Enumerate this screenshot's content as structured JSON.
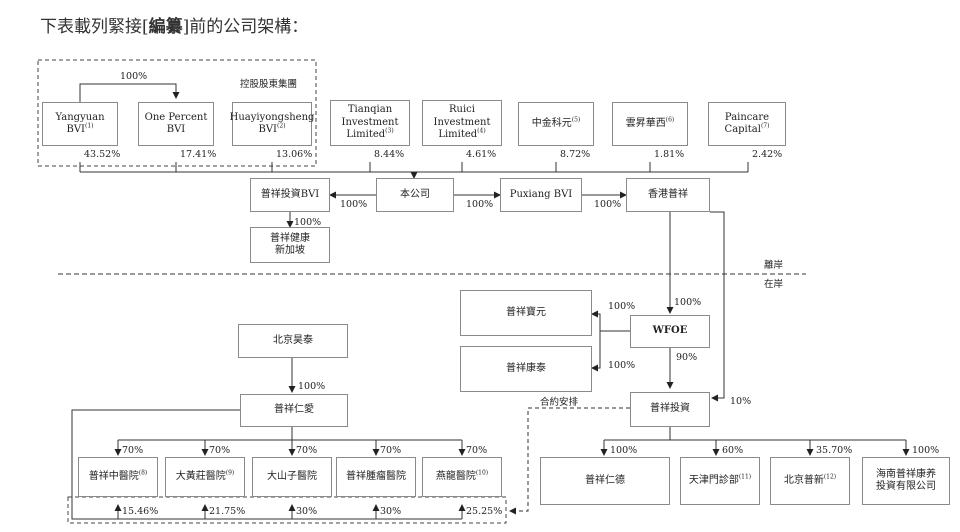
{
  "heading": {
    "before": "下表載列緊接[",
    "bold": "編纂",
    "after": "]前的公司架構："
  },
  "group_label": "控股股東集團",
  "zones": {
    "offshore": "離岸",
    "onshore": "在岸"
  },
  "contract_label": "合約安排",
  "shareholders": [
    {
      "name": "Yangyuan\nBVI",
      "note": "(1)",
      "pct": "43.52%"
    },
    {
      "name": "One Percent\nBVI",
      "note": "",
      "pct": "17.41%"
    },
    {
      "name": "Huayiyongsheng\nBVI",
      "note": "(2)",
      "pct": "13.06%"
    },
    {
      "name": "Tianqian\nInvestment\nLimited",
      "note": "(3)",
      "pct": "8.44%"
    },
    {
      "name": "Ruici\nInvestment\nLimited",
      "note": "(4)",
      "pct": "4.61%"
    },
    {
      "name": "中金科元",
      "note": "(5)",
      "pct": "8.72%"
    },
    {
      "name": "雲昇華西",
      "note": "(6)",
      "pct": "1.81%"
    },
    {
      "name": "Paincare\nCapital",
      "note": "(7)",
      "pct": "2.42%"
    }
  ],
  "yangyuan_to_onepercent": "100%",
  "company": "本公司",
  "puxiang_invest_bvi": "普祥投資BVI",
  "puxiang_health_sg": "普祥健康\n新加坡",
  "puxiang_bvi": "Puxiang BVI",
  "hk_puxiang": "香港普祥",
  "company_to_invest_bvi": "100%",
  "invest_bvi_to_sg": "100%",
  "company_to_puxiang_bvi": "100%",
  "puxiang_bvi_to_hk": "100%",
  "hk_to_wfoe": "100%",
  "hk_to_investment": "10%",
  "wfoe": "WFOE",
  "puxiang_baoyuan": "普祥寶元",
  "puxiang_kangtai": "普祥康泰",
  "wfoe_to_baoyuan": "100%",
  "wfoe_to_kangtai": "100%",
  "wfoe_to_investment": "90%",
  "puxiang_investment": "普祥投資",
  "beijing_haotai": "北京昊泰",
  "puxiang_renai": "普祥仁愛",
  "haotai_to_renai": "100%",
  "hospitals": [
    {
      "name": "普祥中醫院",
      "note": "(8)",
      "top": "70%",
      "bottom": "15.46%"
    },
    {
      "name": "大黃莊醫院",
      "note": "(9)",
      "top": "70%",
      "bottom": "21.75%"
    },
    {
      "name": "大山子醫院",
      "note": "",
      "top": "70%",
      "bottom": "30%"
    },
    {
      "name": "普祥腫瘤醫院",
      "note": "",
      "top": "70%",
      "bottom": "30%"
    },
    {
      "name": "燕龍醫院",
      "note": "(10)",
      "top": "70%",
      "bottom": "25.25%"
    }
  ],
  "subsidiaries": [
    {
      "name": "普祥仁德",
      "note": "",
      "pct": "100%"
    },
    {
      "name": "天津門診部",
      "note": "(11)",
      "pct": "60%"
    },
    {
      "name": "北京普新",
      "note": "(12)",
      "pct": "35.70%"
    },
    {
      "name": "海南普祥康养\n投資有限公司",
      "note": "",
      "pct": "100%"
    }
  ]
}
